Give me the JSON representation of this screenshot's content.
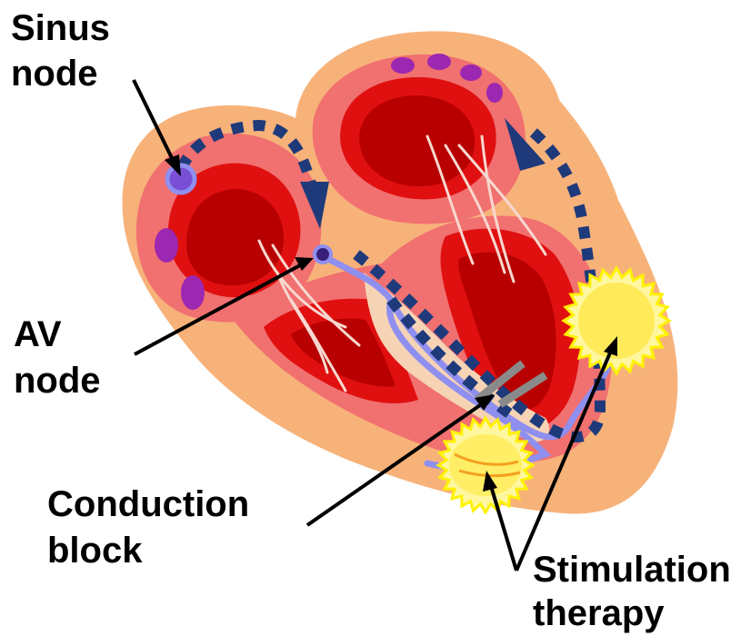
{
  "labels": {
    "sinus_line1": "Sinus",
    "sinus_line2": "node",
    "av_line1": "AV",
    "av_line2": "node",
    "block_line1": "Conduction",
    "block_line2": "block",
    "stim_line1": "Stimulation",
    "stim_line2": "therapy"
  },
  "colors": {
    "outer_tissue": "#F7B27A",
    "heart_wall": "#F17070",
    "chamber_red": "#E01010",
    "chamber_dark": "#B80000",
    "conduction_path": "#1F3A7A",
    "purkinje_fiber": "#8F8FF0",
    "node_purple": "#9C27B0",
    "stimulation_glow": "#FFF200"
  }
}
